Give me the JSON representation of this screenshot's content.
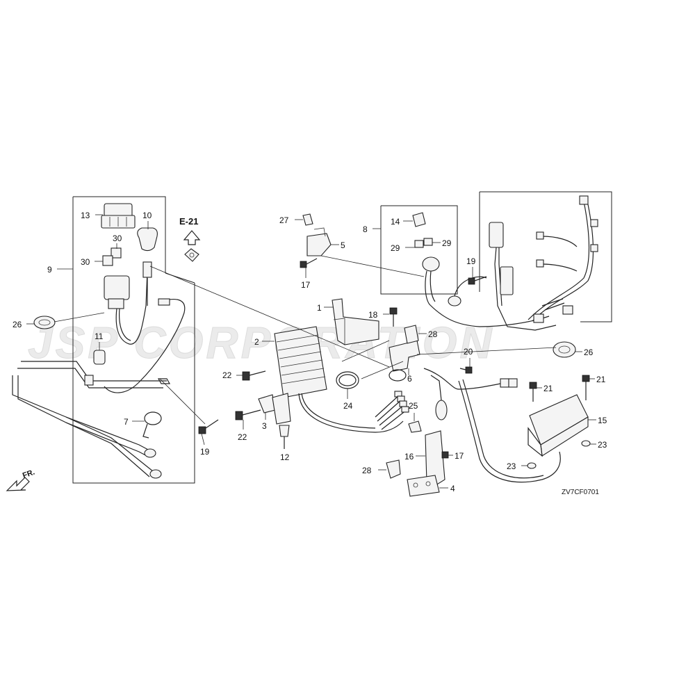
{
  "watermark": "JSP CORPORATION",
  "diagram_code": "ZV7CF0701",
  "reference": "E-21",
  "front_label": "FR.",
  "callouts": {
    "c1": "1",
    "c2": "2",
    "c3": "3",
    "c4": "4",
    "c5": "5",
    "c6": "6",
    "c7": "7",
    "c8": "8",
    "c9": "9",
    "c10": "10",
    "c11": "11",
    "c12": "12",
    "c13": "13",
    "c14": "14",
    "c15": "15",
    "c16": "16",
    "c17a": "17",
    "c17b": "17",
    "c18": "18",
    "c19a": "19",
    "c19b": "19",
    "c20": "20",
    "c21a": "21",
    "c21b": "21",
    "c22a": "22",
    "c22b": "22",
    "c23a": "23",
    "c23b": "23",
    "c24": "24",
    "c25": "25",
    "c26a": "26",
    "c26b": "26",
    "c27": "27",
    "c28a": "28",
    "c28b": "28",
    "c29a": "29",
    "c29b": "29",
    "c30a": "30",
    "c30b": "30"
  },
  "colors": {
    "line": "#222222",
    "watermark": "#ebebeb"
  }
}
